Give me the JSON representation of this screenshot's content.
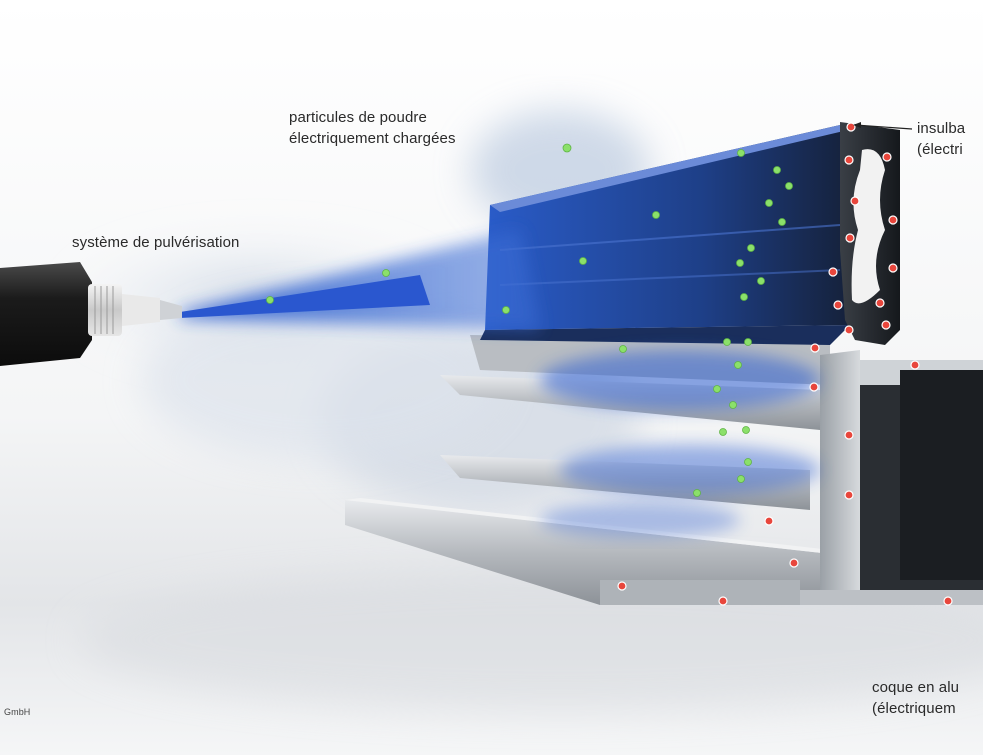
{
  "labels": {
    "particles": {
      "line1": "particules de poudre",
      "line2": "électriquement chargées"
    },
    "sprayer": "système de pulvérisation",
    "insulbar": {
      "line1": "insulba",
      "line2": "(électri"
    },
    "shell": {
      "line1": "coque en alu",
      "line2": "(électriquem"
    },
    "credit": "GmbH"
  },
  "colors": {
    "powder_cloud": "#3d6fd6",
    "charged_particle": "#8be06a",
    "contact_point": "#e8463c",
    "insulbar": "#1a1a1a",
    "aluminium": "#c9ccd0",
    "nozzle_body": "#1e1e1e"
  }
}
